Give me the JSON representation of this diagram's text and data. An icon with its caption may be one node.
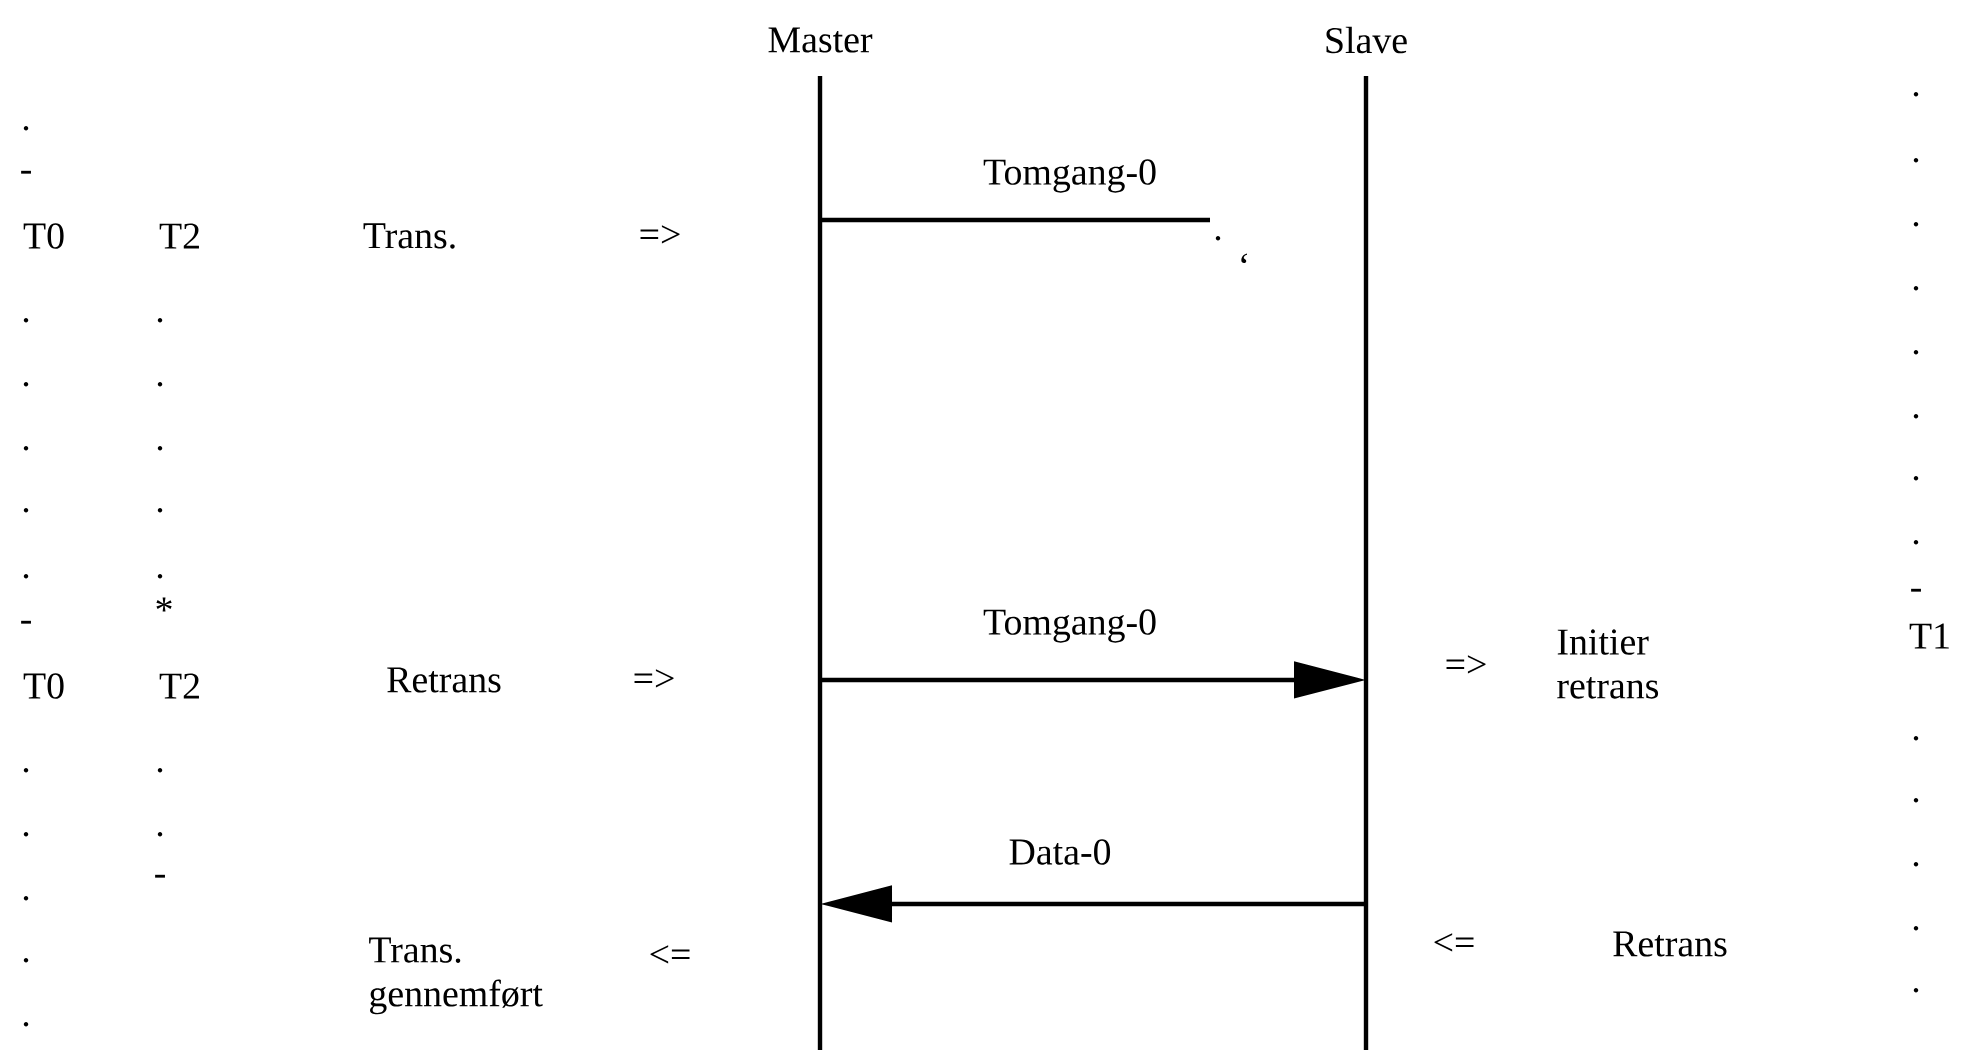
{
  "diagram": {
    "nodes": [
      {
        "text": [
          "Master"
        ]
      },
      {
        "text": [
          "Slave"
        ]
      }
    ],
    "edges": [
      {
        "from": 0,
        "to": null,
        "arrow": "none",
        "label": "Tomgang-0"
      },
      {
        "from": 0,
        "to": 1,
        "arrow": "to",
        "label": "Tomgang-0"
      },
      {
        "from": 1,
        "to": 0,
        "arrow": "to",
        "label": "Data-0"
      }
    ],
    "labels": [
      ".",
      ".",
      ".",
      "-",
      ".",
      ".",
      "T0",
      "T2",
      "Trans.",
      "=>",
      "‘",
      ".",
      ".",
      ".",
      ".",
      ".",
      ".",
      ".",
      ".",
      ".",
      ".",
      ".",
      ".",
      ".",
      ".",
      ".",
      "-",
      "*",
      "-",
      "Initier retrans",
      "T1",
      "=>",
      "T0",
      "T2",
      "Retrans",
      "=>",
      ".",
      ".",
      ".",
      ".",
      ".",
      ".",
      ".",
      "-",
      ".",
      ".",
      "<=",
      "Retrans",
      "Trans. gennemført",
      "<=",
      ".",
      ".",
      "."
    ]
  }
}
